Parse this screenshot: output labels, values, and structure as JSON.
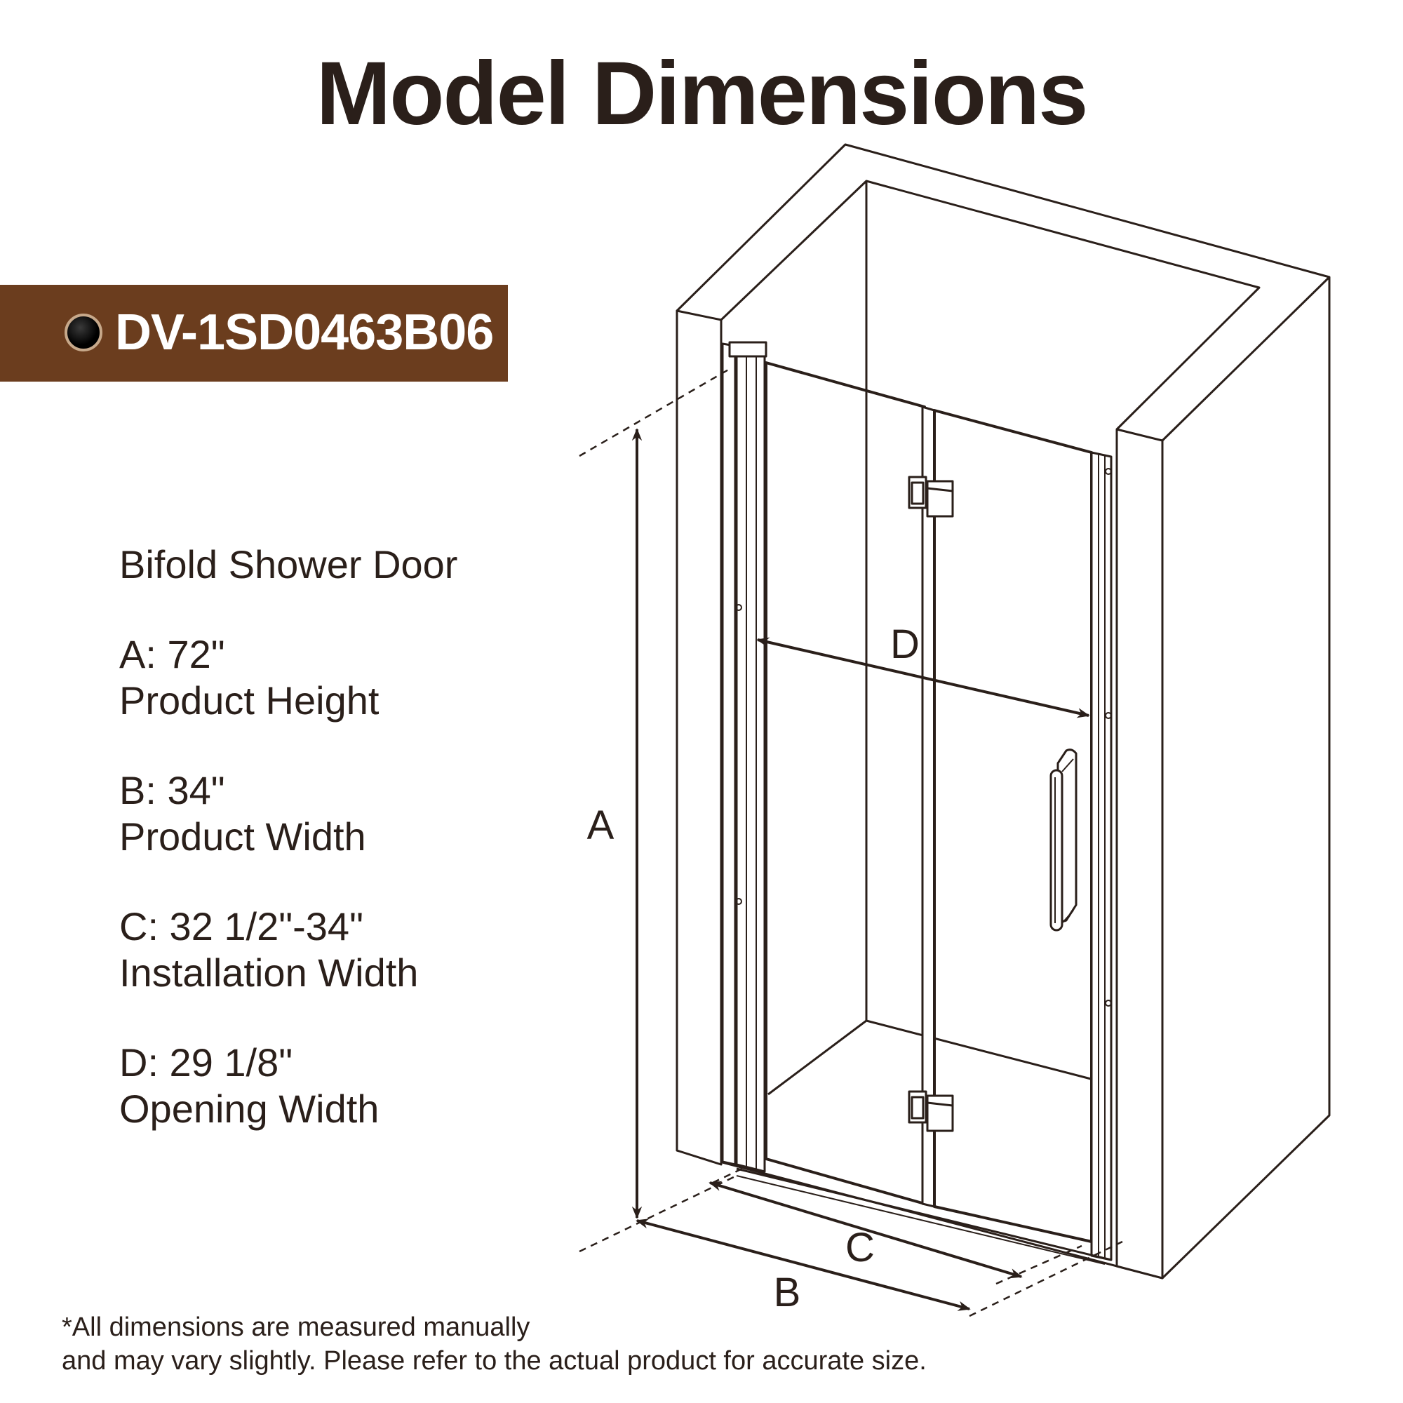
{
  "title": "Model Dimensions",
  "model": {
    "code": "DV-1SD0463B06",
    "bar_color": "#6b3d1e"
  },
  "product_type": "Bifold Shower Door",
  "specs": [
    {
      "key": "A",
      "value_line": "A: 72\"",
      "name": "Product Height"
    },
    {
      "key": "B",
      "value_line": "B: 34\"",
      "name": "Product Width"
    },
    {
      "key": "C",
      "value_line": "C: 32 1/2\"-34\"",
      "name": "Installation Width"
    },
    {
      "key": "D",
      "value_line": "D: 29 1/8\"",
      "name": "Opening Width"
    }
  ],
  "diagram_labels": {
    "a": "A",
    "b": "B",
    "c": "C",
    "d": "D"
  },
  "footnote": {
    "line1": "*All dimensions are measured manually",
    "line2": "and may vary slightly. Please refer to the actual product for accurate size."
  },
  "colors": {
    "text": "#2a1f1a",
    "line": "#2a1f1a",
    "bar": "#6b3d1e"
  }
}
